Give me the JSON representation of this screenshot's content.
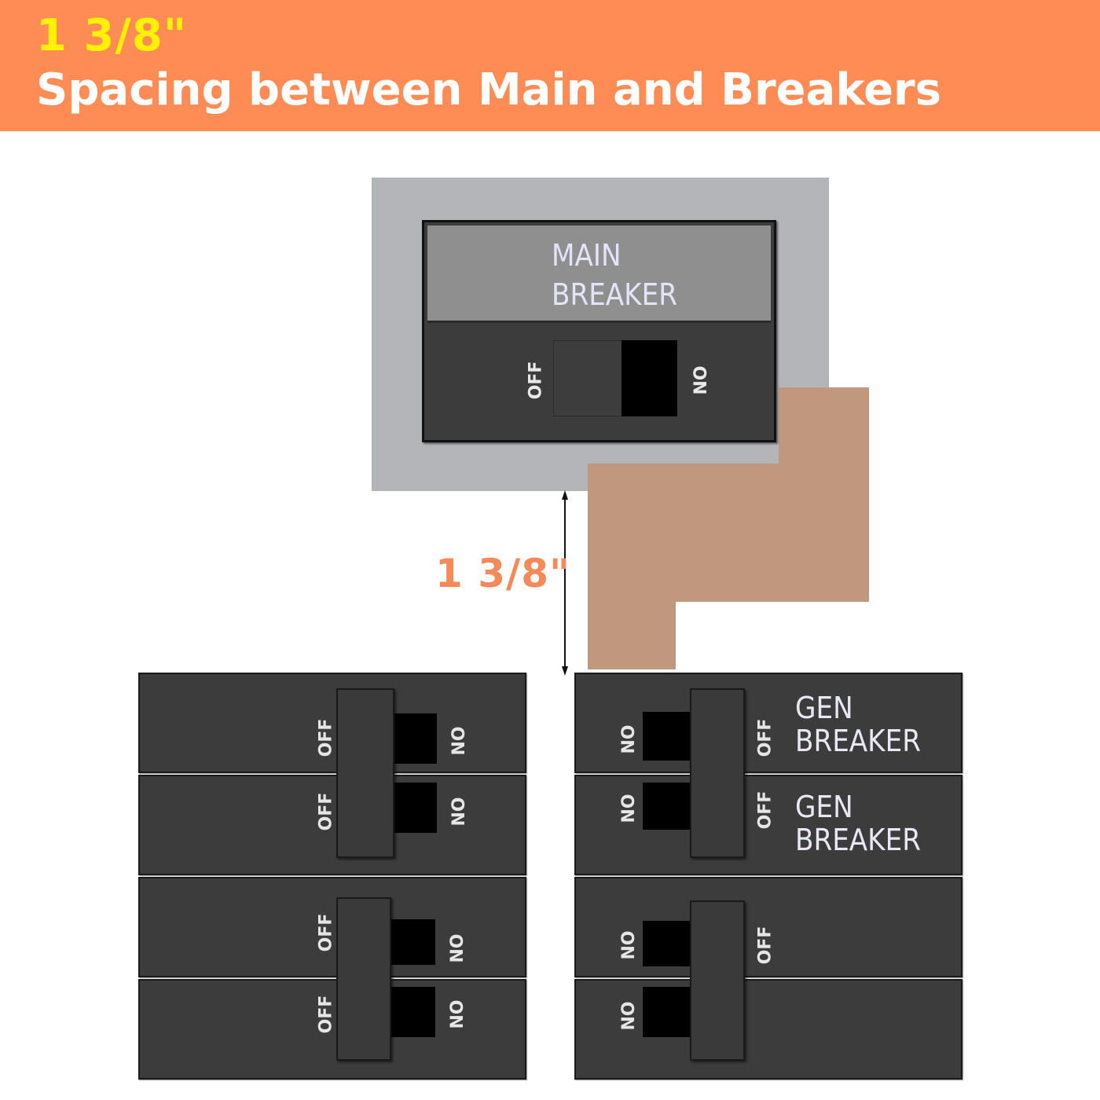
{
  "colors": {
    "header_bg": "#ff8c55",
    "header_accent": "#fff200",
    "dimension": "#f4895a",
    "plate": "#b4b5b9",
    "copper": "#c1987e",
    "main_label_panel": "#8f8f8f"
  },
  "header": {
    "measurement": "1 3/8\"",
    "title": "Spacing between Main and Breakers"
  },
  "main_breaker": {
    "line1": "MAIN",
    "line2": "BREAKER",
    "off_label": "OFF",
    "on_label": "ON"
  },
  "dimension": {
    "label": "1 3/8\""
  },
  "breakers": {
    "off_label": "OFF",
    "on_label": "ON",
    "gen_line1": "GEN",
    "gen_line2": "BREAKER"
  }
}
